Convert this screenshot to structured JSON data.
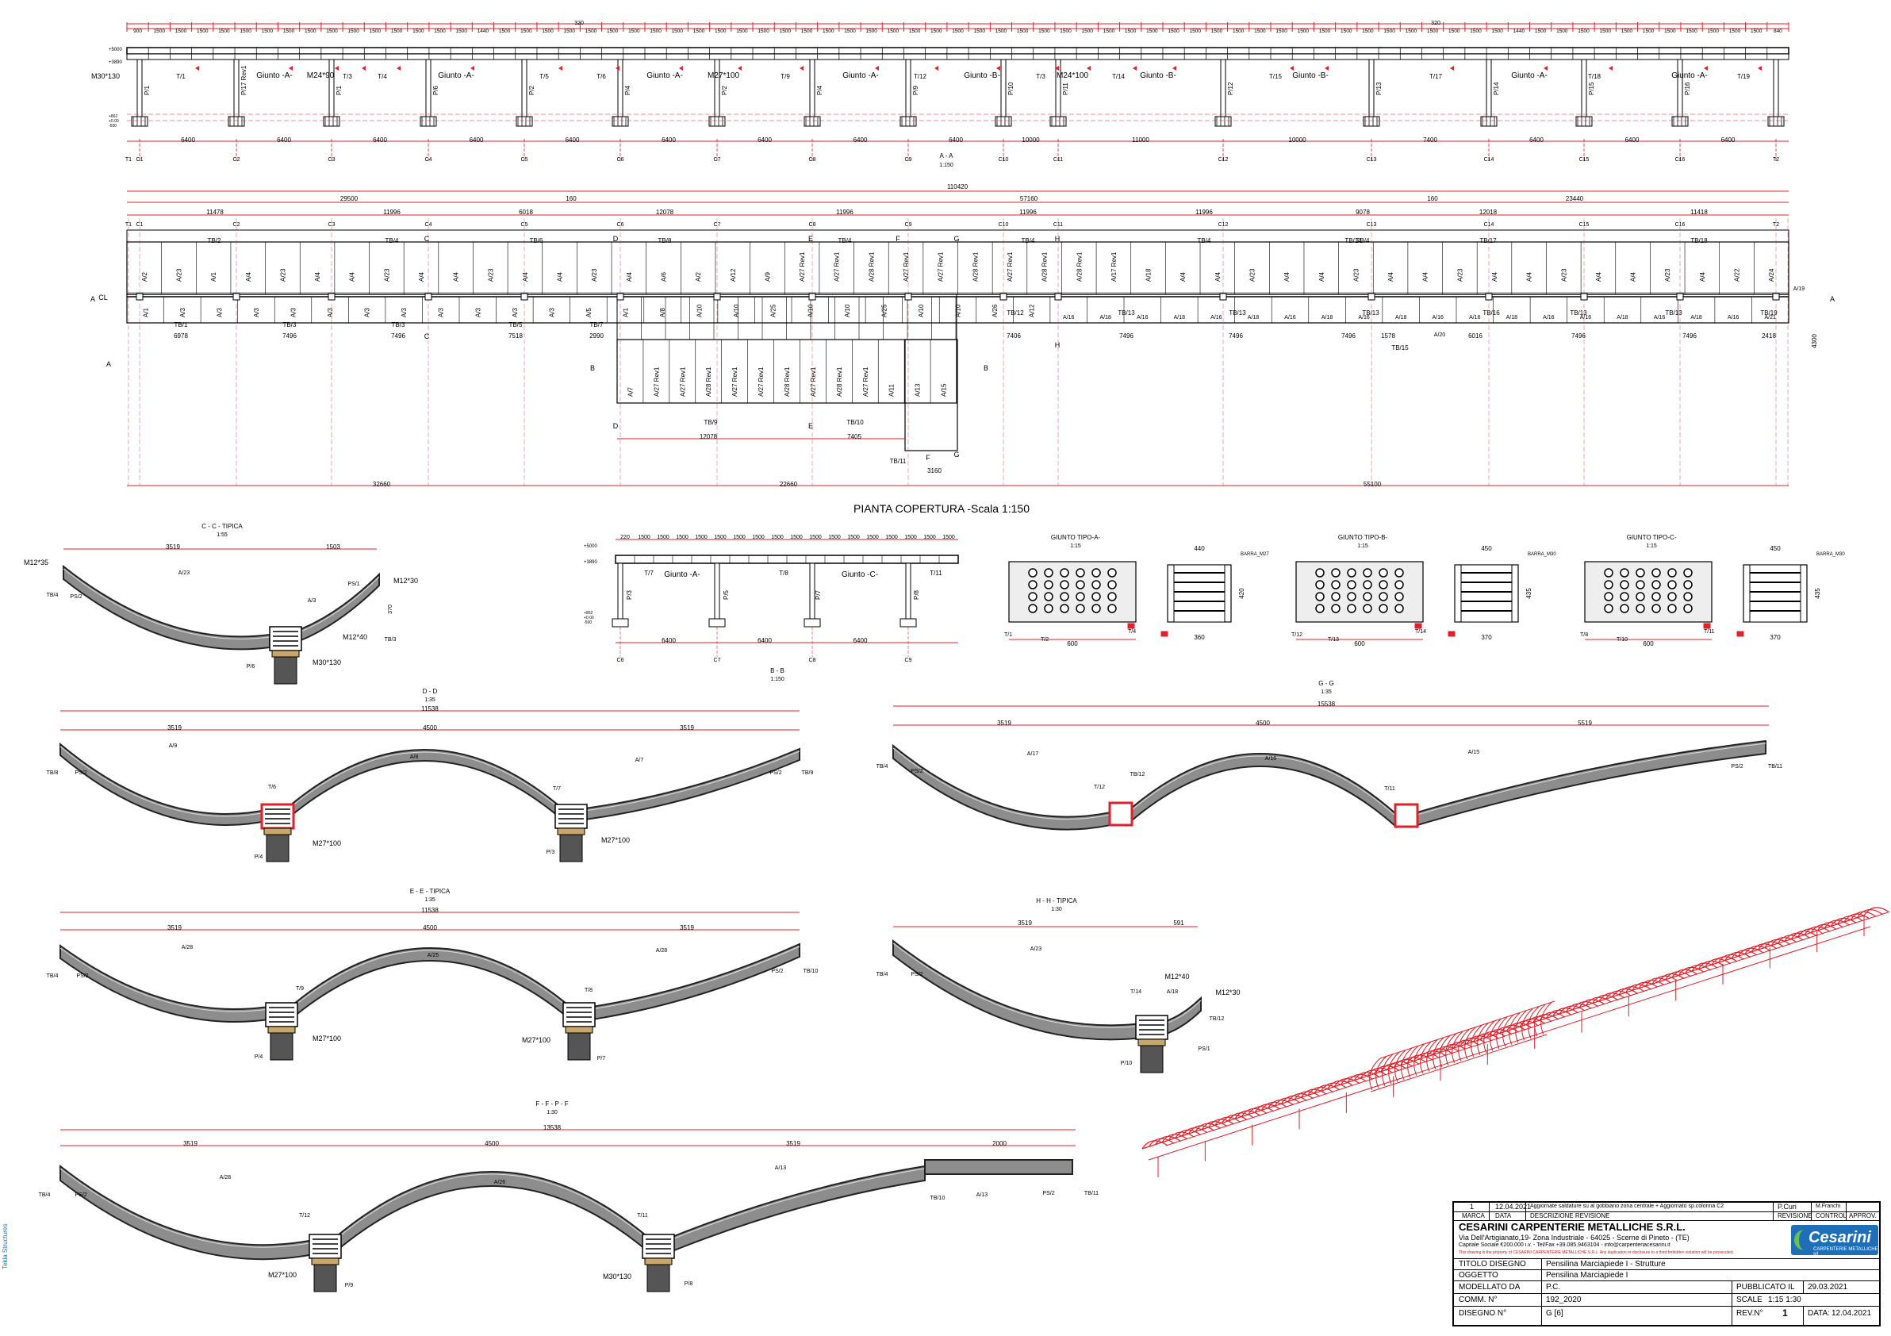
{
  "elevation_aa": {
    "title": "A - A",
    "scale": "1:150",
    "top_dims": [
      "900",
      "1500",
      "1500",
      "1500",
      "1500",
      "1500",
      "1500",
      "1500",
      "1500",
      "1500",
      "1500",
      "1500",
      "1500",
      "1500",
      "1500",
      "1500",
      "1440",
      "1500",
      "1500",
      "1500",
      "1500",
      "1500",
      "1500",
      "1500",
      "1500",
      "1500",
      "1500",
      "1500",
      "1500",
      "1500",
      "1500",
      "1500",
      "1500",
      "1500",
      "1500",
      "1500",
      "1500",
      "1500",
      "1500",
      "1500",
      "1500",
      "1500",
      "1500",
      "1500",
      "1500",
      "1500",
      "1500",
      "1500",
      "1500",
      "1500",
      "1500",
      "1500",
      "1500",
      "1500",
      "1500",
      "1500",
      "1500",
      "1500",
      "1500",
      "1500",
      "1500",
      "1500",
      "1500",
      "1500",
      "1440",
      "1500",
      "1500",
      "1500",
      "1500",
      "1500",
      "1500",
      "1500",
      "1500",
      "1500",
      "1500",
      "1500",
      "840"
    ],
    "top_total": [
      "320",
      "320"
    ],
    "levels": [
      "+5000",
      "+3890",
      "+862",
      "+0.00",
      "-500"
    ],
    "bolt_left": "M30*130",
    "labels": [
      "T/1",
      "Giunto -A-",
      "M24*90",
      "T/3",
      "T/4",
      "Giunto -A-",
      "T/5",
      "T/6",
      "Giunto -A-",
      "M27*100",
      "T/9",
      "Giunto -A-",
      "T/12",
      "Giunto -B-",
      "T/3",
      "M24*100",
      "T/14",
      "Giunto -B-",
      "T/15",
      "Giunto -B-",
      "T/17",
      "Giunto -A-",
      "T/18",
      "Giunto -A-",
      "T/19"
    ],
    "posts": [
      "P/1",
      "P/17 Rev1",
      "P/1",
      "P/6",
      "P/2",
      "P/4",
      "P/2",
      "P/4",
      "P/9",
      "P/10",
      "P/11",
      "P/12",
      "P/13",
      "P/14",
      "P/15",
      "P/16"
    ],
    "bottom_dims": [
      "6400",
      "6400",
      "6400",
      "6400",
      "6400",
      "6400",
      "6400",
      "6400",
      "6400",
      "10000",
      "11000",
      "10000",
      "7400",
      "6400",
      "6400",
      "6400"
    ],
    "axes": [
      "T1",
      "C1",
      "C2",
      "C3",
      "C4",
      "C5",
      "C6",
      "C7",
      "C8",
      "C9",
      "C10",
      "C11",
      "C12",
      "C13",
      "C14",
      "C15",
      "C16",
      "T2"
    ]
  },
  "plan": {
    "title": "PIANTA COPERTURA -Scala 1:150",
    "total": "110420",
    "sub_totals": [
      "29500",
      "160",
      "57160",
      "160",
      "23440"
    ],
    "spans": [
      "11478",
      "11996",
      "6018",
      "12078",
      "11996",
      "11996",
      "11996",
      "9078",
      "12018",
      "11418"
    ],
    "axes": [
      "T1",
      "C1",
      "C2",
      "C3",
      "C4",
      "C5",
      "C6",
      "C7",
      "C8",
      "C9",
      "C10",
      "C11",
      "C12",
      "C13",
      "C14",
      "C15",
      "C16",
      "T2"
    ],
    "row1_labels": [
      "A/2",
      "A/23",
      "A/1",
      "A/4",
      "A/23",
      "A/4",
      "A/4",
      "A/23",
      "A/4",
      "A/4",
      "A/23",
      "A/4",
      "A/4",
      "A/23",
      "A/4",
      "A/6",
      "A/2",
      "A/12",
      "A/9",
      "A/27 Rev1",
      "A/27 Rev1",
      "A/28 Rev1",
      "A/27 Rev1",
      "A/27 Rev1",
      "A/28 Rev1",
      "A/27 Rev1",
      "A/28 Rev1",
      "A/28 Rev1",
      "A/17 Rev1",
      "A/18",
      "A/4",
      "A/4",
      "A/23",
      "A/4",
      "A/4",
      "A/23",
      "A/4",
      "A/4",
      "A/23",
      "A/4",
      "A/4",
      "A/23",
      "A/4",
      "A/4",
      "A/23",
      "A/4",
      "A/22",
      "A/24"
    ],
    "row2_labels": [
      "A/1",
      "A/3",
      "A/3",
      "A/3",
      "A/3",
      "A/3",
      "A/3",
      "A/3",
      "A/3",
      "A/3",
      "A/3",
      "A/3",
      "A/5",
      "A/1",
      "A/8",
      "A/10",
      "A/10",
      "A/25",
      "A/10",
      "A/10",
      "A/25",
      "A/10",
      "A/10",
      "A/26",
      "A/12",
      "A/16",
      "A/18",
      "A/16",
      "A/18",
      "A/16",
      "A/18",
      "A/16",
      "A/18",
      "A/16",
      "A/18",
      "A/16",
      "A/16",
      "A/18",
      "A/16",
      "A/16",
      "A/18",
      "A/16",
      "A/18",
      "A/16",
      "A/21"
    ],
    "row3_labels": [
      "A/7",
      "A/27 Rev1",
      "A/27 Rev1",
      "A/28 Rev1",
      "A/27 Rev1",
      "A/27 Rev1",
      "A/28 Rev1",
      "A/27 Rev1",
      "A/28 Rev1",
      "A/27 Rev1",
      "A/11",
      "A/13",
      "A/15"
    ],
    "tb_labels": [
      "TB/2",
      "TB/4",
      "TB/6",
      "TB/8",
      "TB/4",
      "TB/4",
      "TB/4",
      "TB/4",
      "TB/14",
      "TB/17",
      "TB/18",
      "TB/1",
      "TB/3",
      "TB/3",
      "TB/5",
      "TB/7",
      "TB/12",
      "TB/13",
      "TB/13",
      "TB/13",
      "TB/16",
      "TB/13",
      "TB/13",
      "TB/19",
      "TB/15",
      "TB/9",
      "TB/10",
      "TB/11"
    ],
    "dims_row2": [
      "6978",
      "7496",
      "7496",
      "7518",
      "2990",
      "7406",
      "7496",
      "7496",
      "7496",
      "1578",
      "6016",
      "7496",
      "7496",
      "2418"
    ],
    "dims_row2b": [
      "A/20",
      "A/19",
      "4300"
    ],
    "dims_bottom": [
      "12078",
      "7405",
      "3160"
    ],
    "dims_total_bottom": [
      "32660",
      "22660",
      "55100"
    ],
    "section_marks": [
      "A",
      "A",
      "B",
      "B",
      "C",
      "C",
      "D",
      "D",
      "E",
      "E",
      "F",
      "F",
      "G",
      "G",
      "H",
      "H",
      "A",
      "CL"
    ]
  },
  "sec_cc": {
    "title": "C - C - TIPICA",
    "scale": "1:55",
    "dims": [
      "3519",
      "1503"
    ],
    "bolts": [
      "M12*35",
      "M12*30",
      "M12*40",
      "M30*130"
    ],
    "labels": [
      "TB/4",
      "PS/2",
      "A/23",
      "A/3",
      "PS/1",
      "TB/3",
      "P/6",
      "370"
    ]
  },
  "sec_bb": {
    "title": "B - B",
    "scale": "1:150",
    "top_dims": [
      "220",
      "1500",
      "1500",
      "1500",
      "1500",
      "1500",
      "1500",
      "1500",
      "1500",
      "1500",
      "1500",
      "1500",
      "1500",
      "1500",
      "1500",
      "1500",
      "1500",
      "1500"
    ],
    "labels": [
      "T/7",
      "Giunto -A-",
      "P/3",
      "P/5",
      "T/8",
      "P/7",
      "Giunto -C-",
      "T/11",
      "P/8"
    ],
    "bottom_dims": [
      "6400",
      "6400",
      "6400"
    ],
    "axes": [
      "C6",
      "C7",
      "C8",
      "C9"
    ],
    "levels": [
      "+5000",
      "+3890",
      "+862",
      "+0.00",
      "-500"
    ]
  },
  "joints": [
    {
      "title": "GIUNTO TIPO-A-",
      "scale": "1:15",
      "dims": [
        "600",
        "440",
        "420",
        "360"
      ],
      "labels": [
        "T/1",
        "T/2",
        "T/4",
        "BARRA_M27"
      ]
    },
    {
      "title": "GIUNTO TIPO-B-",
      "scale": "1:15",
      "dims": [
        "600",
        "450",
        "435",
        "370"
      ],
      "labels": [
        "T/12",
        "T/13",
        "T/14",
        "BARRA_M30"
      ]
    },
    {
      "title": "GIUNTO TIPO-C-",
      "scale": "1:15",
      "dims": [
        "600",
        "450",
        "435",
        "370"
      ],
      "labels": [
        "T/8",
        "T/10",
        "T/11",
        "BARRA_M30"
      ]
    }
  ],
  "sec_dd": {
    "title": "D - D",
    "scale": "1:35",
    "total": "11538",
    "dims": [
      "3519",
      "4500",
      "3519"
    ],
    "labels": [
      "TB/8",
      "PS/2",
      "A/9",
      "A/8",
      "A/7",
      "PS/2",
      "TB/9",
      "T/6",
      "T/7",
      "P/4",
      "P/3"
    ],
    "bolts": [
      "M27*100",
      "M27*100"
    ]
  },
  "sec_gg": {
    "title": "G - G",
    "scale": "1:35",
    "total": "15538",
    "dims": [
      "3519",
      "4500",
      "5519"
    ],
    "labels": [
      "TB/4",
      "PS/2",
      "A/17",
      "T/12",
      "TB/12",
      "A/16",
      "A/15",
      "T/11",
      "PS/2",
      "TB/11"
    ]
  },
  "sec_ee": {
    "title": "E - E - TIPICA",
    "scale": "1:35",
    "total": "11538",
    "dims": [
      "3519",
      "4500",
      "3519"
    ],
    "labels": [
      "TB/4",
      "PS/2",
      "A/28",
      "A/25",
      "A/28",
      "PS/2",
      "TB/10",
      "T/9",
      "T/8",
      "P/4",
      "P/7"
    ],
    "bolts": [
      "M27*100",
      "M27*100"
    ]
  },
  "sec_hh": {
    "title": "H - H - TIPICA",
    "scale": "1:30",
    "dims": [
      "3519",
      "591"
    ],
    "labels": [
      "TB/4",
      "PS/2",
      "A/23",
      "T/14",
      "A/18",
      "TB/12",
      "PS/1",
      "P/10"
    ],
    "bolts": [
      "M12*40",
      "M12*30"
    ]
  },
  "sec_ff": {
    "title": "F - F - P - F",
    "scale": "1:30",
    "total": "13538",
    "dims": [
      "3519",
      "4500",
      "3519",
      "2000"
    ],
    "labels": [
      "TB/4",
      "PS/2",
      "A/28",
      "A/26",
      "A/13",
      "T/12",
      "T/11",
      "P/9",
      "P/8",
      "TB/10",
      "A/13",
      "PS/2",
      "TB/11"
    ],
    "bolts": [
      "M27*100",
      "M30*130"
    ]
  },
  "titleblock": {
    "rev_no": "1",
    "rev_date": "12.04.2021",
    "rev_desc": "Aggiornate saldature su al gobbiano zona centrale + Aggiornato sp.colonna C2",
    "rev_by": "P.Curi",
    "rev_ctrl": "M.Franchi",
    "h_marca": "MARCA",
    "h_data": "DATA",
    "h_desc": "DESCRIZIONE REVISIONE",
    "h_rev": "REVISIONE",
    "h_ctrl": "CONTROL",
    "h_appr": "APPROV.",
    "company": "CESARINI CARPENTERIE METALLICHE S.R.L.",
    "address": "Via Dell'Artigianato,19- Zona Industriale - 64025 - Scerne di Pineto - (TE)",
    "capital": "Capitale Sociale €200.000 i.v. - Tel/Fax +39.085.9463104 - info@carpenteriacesarini.it",
    "notice": "This drawing is the property of CESARINI CARPENTERIE METALLICHE S.R.L. Any duplication or disclosure to a third forbidden violation will be prosecuted.",
    "logo": "Cesarini",
    "logo_sub": "CARPENTERIE METALLICHE srl",
    "l_titolo": "TITOLO DISEGNO",
    "v_titolo": "Pensilina Marciapiede I - Strutture",
    "l_oggetto": "OGGETTO",
    "v_oggetto": "Pensilina Marciapiede I",
    "l_modellato": "MODELLATO DA",
    "v_modellato": "P.C.",
    "l_pubblicato": "PUBBLICATO IL",
    "v_pubblicato": "29.03.2021",
    "l_comm": "COMM. N°",
    "v_comm": "192_2020",
    "l_scale": "SCALE",
    "v_scale": "1:15   1:30",
    "l_disegno": "DISEGNO N°",
    "v_disegno": "G   [6]",
    "l_rev": "REV.N°",
    "v_rev": "1",
    "l_data": "DATA:",
    "v_data": "12.04.2021"
  },
  "side_tag": "Tekla Structures"
}
